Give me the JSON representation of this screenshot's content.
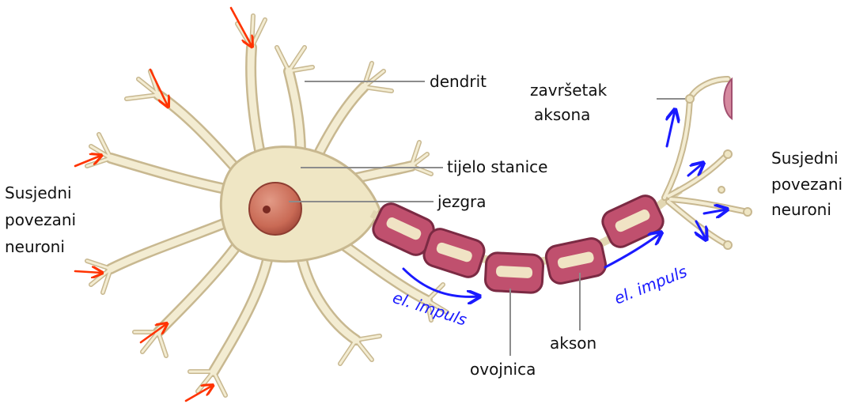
{
  "labels": {
    "dendrit": "dendrit",
    "zavrsetak_line1": "završetak",
    "zavrsetak_line2": "aksona",
    "tijelo_stanice": "tijelo stanice",
    "jezgra": "jezgra",
    "akson": "akson",
    "ovojnica": "ovojnica",
    "left_neighbors": [
      "Susjedni",
      "povezani",
      "neuroni"
    ],
    "right_neighbors": [
      "Susjedni",
      "povezani",
      "neuroni"
    ],
    "impuls_left": "el. impuls",
    "impuls_right": "el. impuls"
  },
  "colors": {
    "cell_body": "#efe6c4",
    "cell_outline": "#c8b890",
    "nucleus": "#c96a55",
    "myelin": "#c0506e",
    "myelin_inner": "#f0e3c4",
    "input_arrows": "#ff3300",
    "impulse_arrows": "#1a1aff",
    "leader_lines": "#8c8c8c"
  },
  "icons": {
    "input_arrow": "red-arrow-icon",
    "impulse_arrow": "blue-arrow-icon"
  }
}
